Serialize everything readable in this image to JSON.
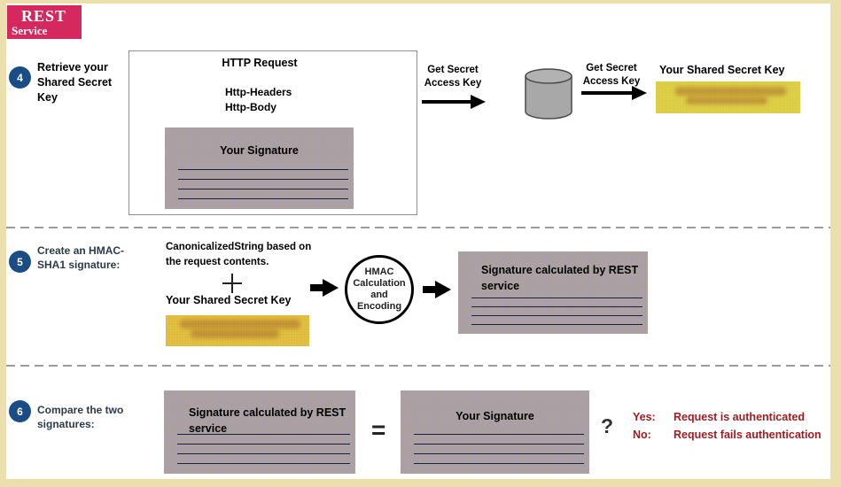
{
  "colors": {
    "badge_bg": "#d4285e",
    "step_circle_bg": "#1a4d85",
    "panel_gray": "#a9a1a9",
    "secret_key_yellow": "#ded049",
    "secret_key_gold": "#e3c142",
    "outcome_red": "#9e1d22",
    "page_border_tan": "#eadfad"
  },
  "badge": {
    "title": "REST",
    "subtitle": "Service"
  },
  "step4": {
    "number": "4",
    "label": "Retrieve your Shared Secret Key",
    "http_request": {
      "title": "HTTP Request",
      "items": [
        "Http-Headers",
        "Http-Body"
      ],
      "signature_title": "Your Signature"
    },
    "arrow_labels": [
      "Get Secret Access Key",
      "Get Secret Access Key"
    ],
    "database_icon": "database-cylinder",
    "shared_key_title": "Your Shared Secret Key"
  },
  "step5": {
    "number": "5",
    "label": "Create an HMAC-SHA1 signature:",
    "canonical_text": "CanonicalizedString based on the request contents.",
    "plus_sign": "+",
    "shared_key_title": "Your Shared Secret Key",
    "hmac_circle_text": "HMAC Calculation and Encoding",
    "result_title": "Signature calculated by REST service"
  },
  "step6": {
    "number": "6",
    "label": "Compare the two signatures:",
    "left_title": "Signature calculated by REST service",
    "equals_sign": "=",
    "right_title": "Your Signature",
    "question_mark": "?",
    "outcomes": [
      {
        "label": "Yes:",
        "text": "Request is authenticated"
      },
      {
        "label": "No:",
        "text": "Request fails authentication"
      }
    ]
  }
}
